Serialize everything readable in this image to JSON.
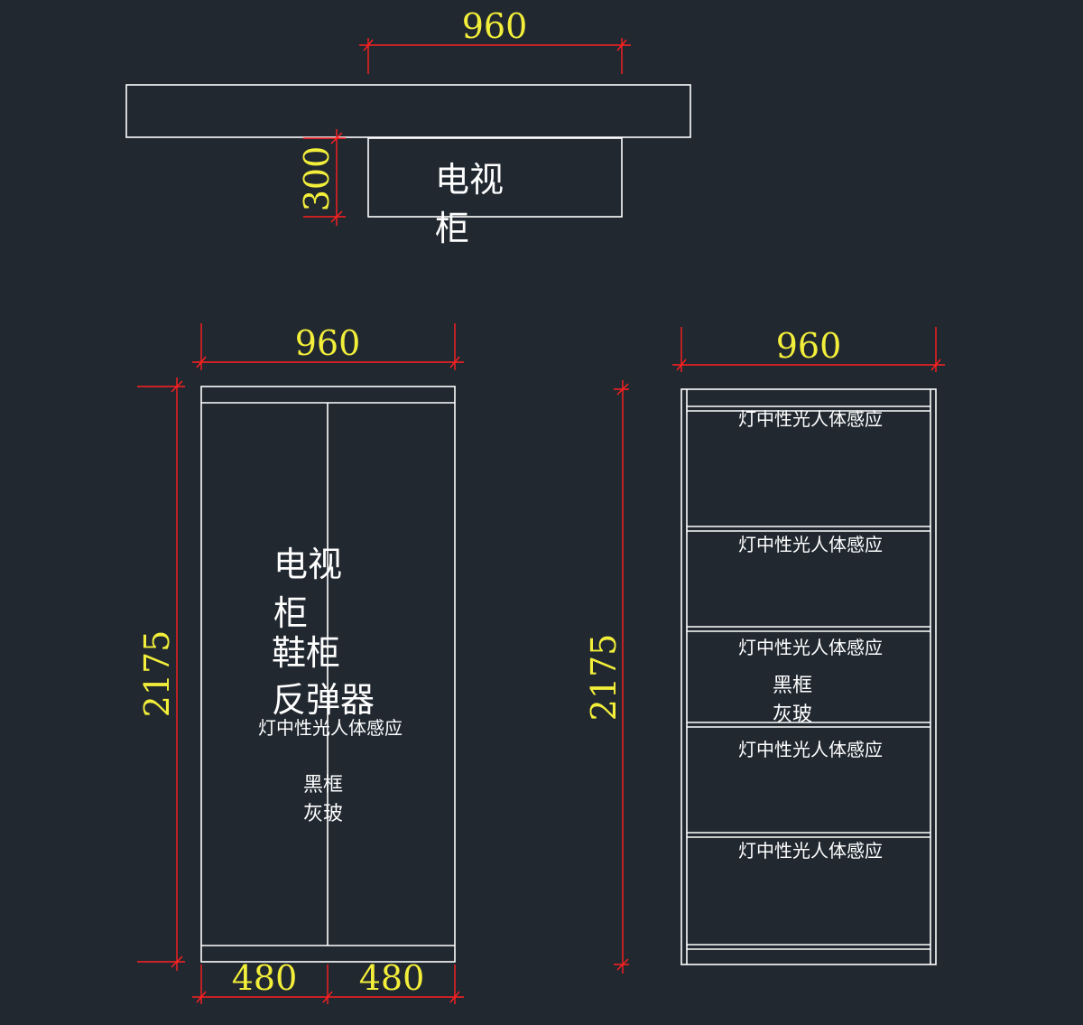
{
  "dimensions": {
    "top_width": "960",
    "top_depth": "300",
    "front_width": "960",
    "front_height": "2175",
    "front_left_door": "480",
    "front_right_door": "480",
    "side_width": "960",
    "side_height": "2175"
  },
  "labels": {
    "top_cabinet_line1": "电视",
    "top_cabinet_line2": "柜",
    "front_line1": "电视",
    "front_line2": "柜",
    "front_line3": "鞋柜",
    "front_line4": "反弹器",
    "front_light": "灯中性光人体感应",
    "front_frame_line1": "黑框",
    "front_frame_line2": "灰玻",
    "side_light": "灯中性光人体感应",
    "side_frame_line1": "黑框",
    "side_frame_line2": "灰玻"
  },
  "colors": {
    "background": "#212830",
    "outline": "#ffffff",
    "dimension_line": "#ff2020",
    "dimension_text": "#f2ee3a"
  }
}
